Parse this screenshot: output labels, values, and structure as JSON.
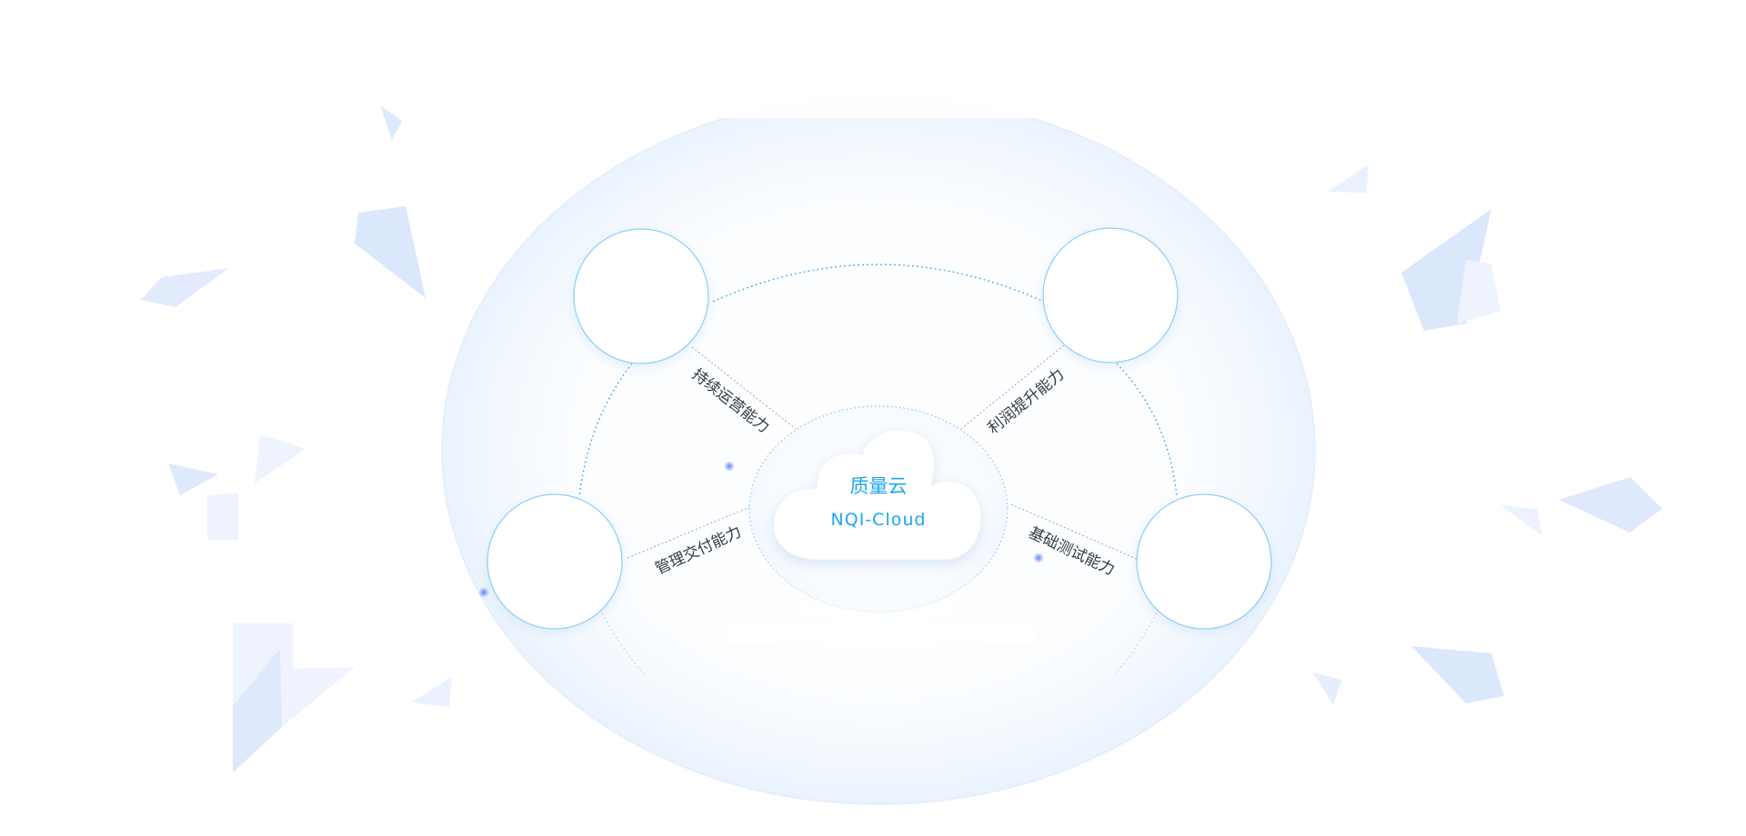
{
  "center": {
    "title": "质量云",
    "subtitle": "NQI-Cloud"
  },
  "capabilities": [
    {
      "label": "持续运营能力"
    },
    {
      "label": "利润提升能力"
    },
    {
      "label": "管理交付能力"
    },
    {
      "label": "基础测试能力"
    }
  ],
  "colors": {
    "accent": "#1ea7f0",
    "node_stroke": "#8fd0f8",
    "dash": "#5aaee8",
    "shard": "#dde9fc",
    "shard_light": "#edf3fe",
    "label_text": "#333a45"
  }
}
